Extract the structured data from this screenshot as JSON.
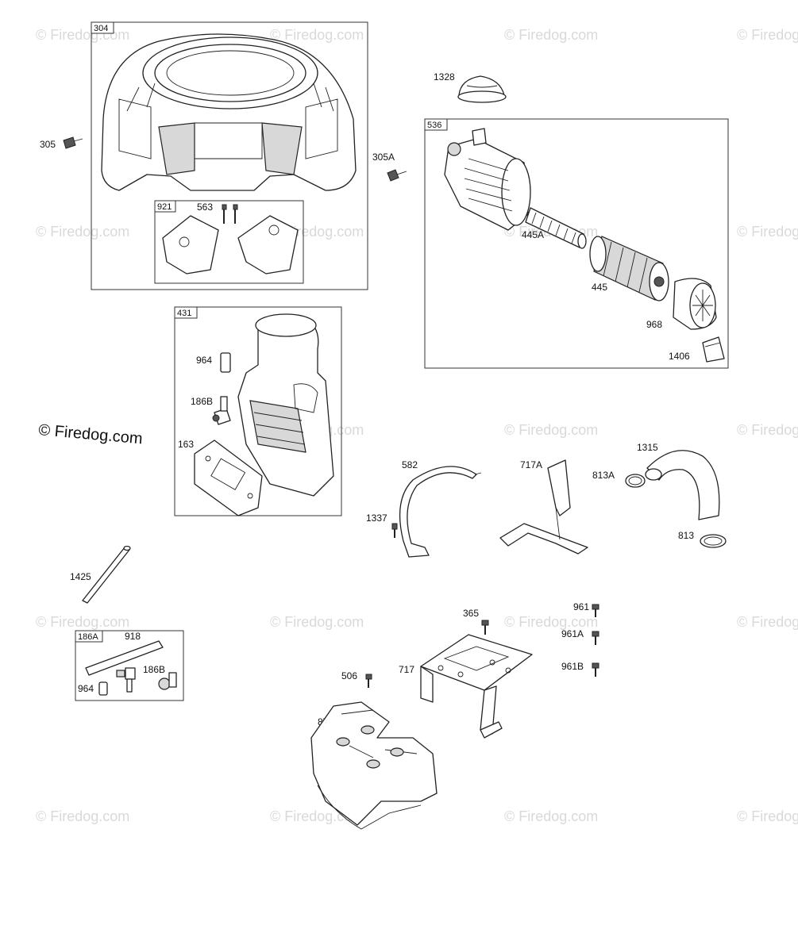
{
  "watermark": {
    "text": "© Firedog.com",
    "featured_text": "© Firedog.com"
  },
  "boxes": {
    "b304": "304",
    "b921": "921",
    "b536": "536",
    "b431": "431",
    "b186A": "186A"
  },
  "labels": {
    "l305": "305",
    "l305A": "305A",
    "l563": "563",
    "l1328": "1328",
    "l445A": "445A",
    "l445": "445",
    "l968": "968",
    "l1406": "1406",
    "l964": "964",
    "l186B": "186B",
    "l163": "163",
    "l582": "582",
    "l1337": "1337",
    "l717A": "717A",
    "l1315": "1315",
    "l813A": "813A",
    "l813": "813",
    "l1425": "1425",
    "l918": "918",
    "l964b": "964",
    "l186Bb": "186B",
    "l365": "365",
    "l961": "961",
    "l961A": "961A",
    "l961B": "961B",
    "l506": "506",
    "l717": "717",
    "l879": "879"
  }
}
